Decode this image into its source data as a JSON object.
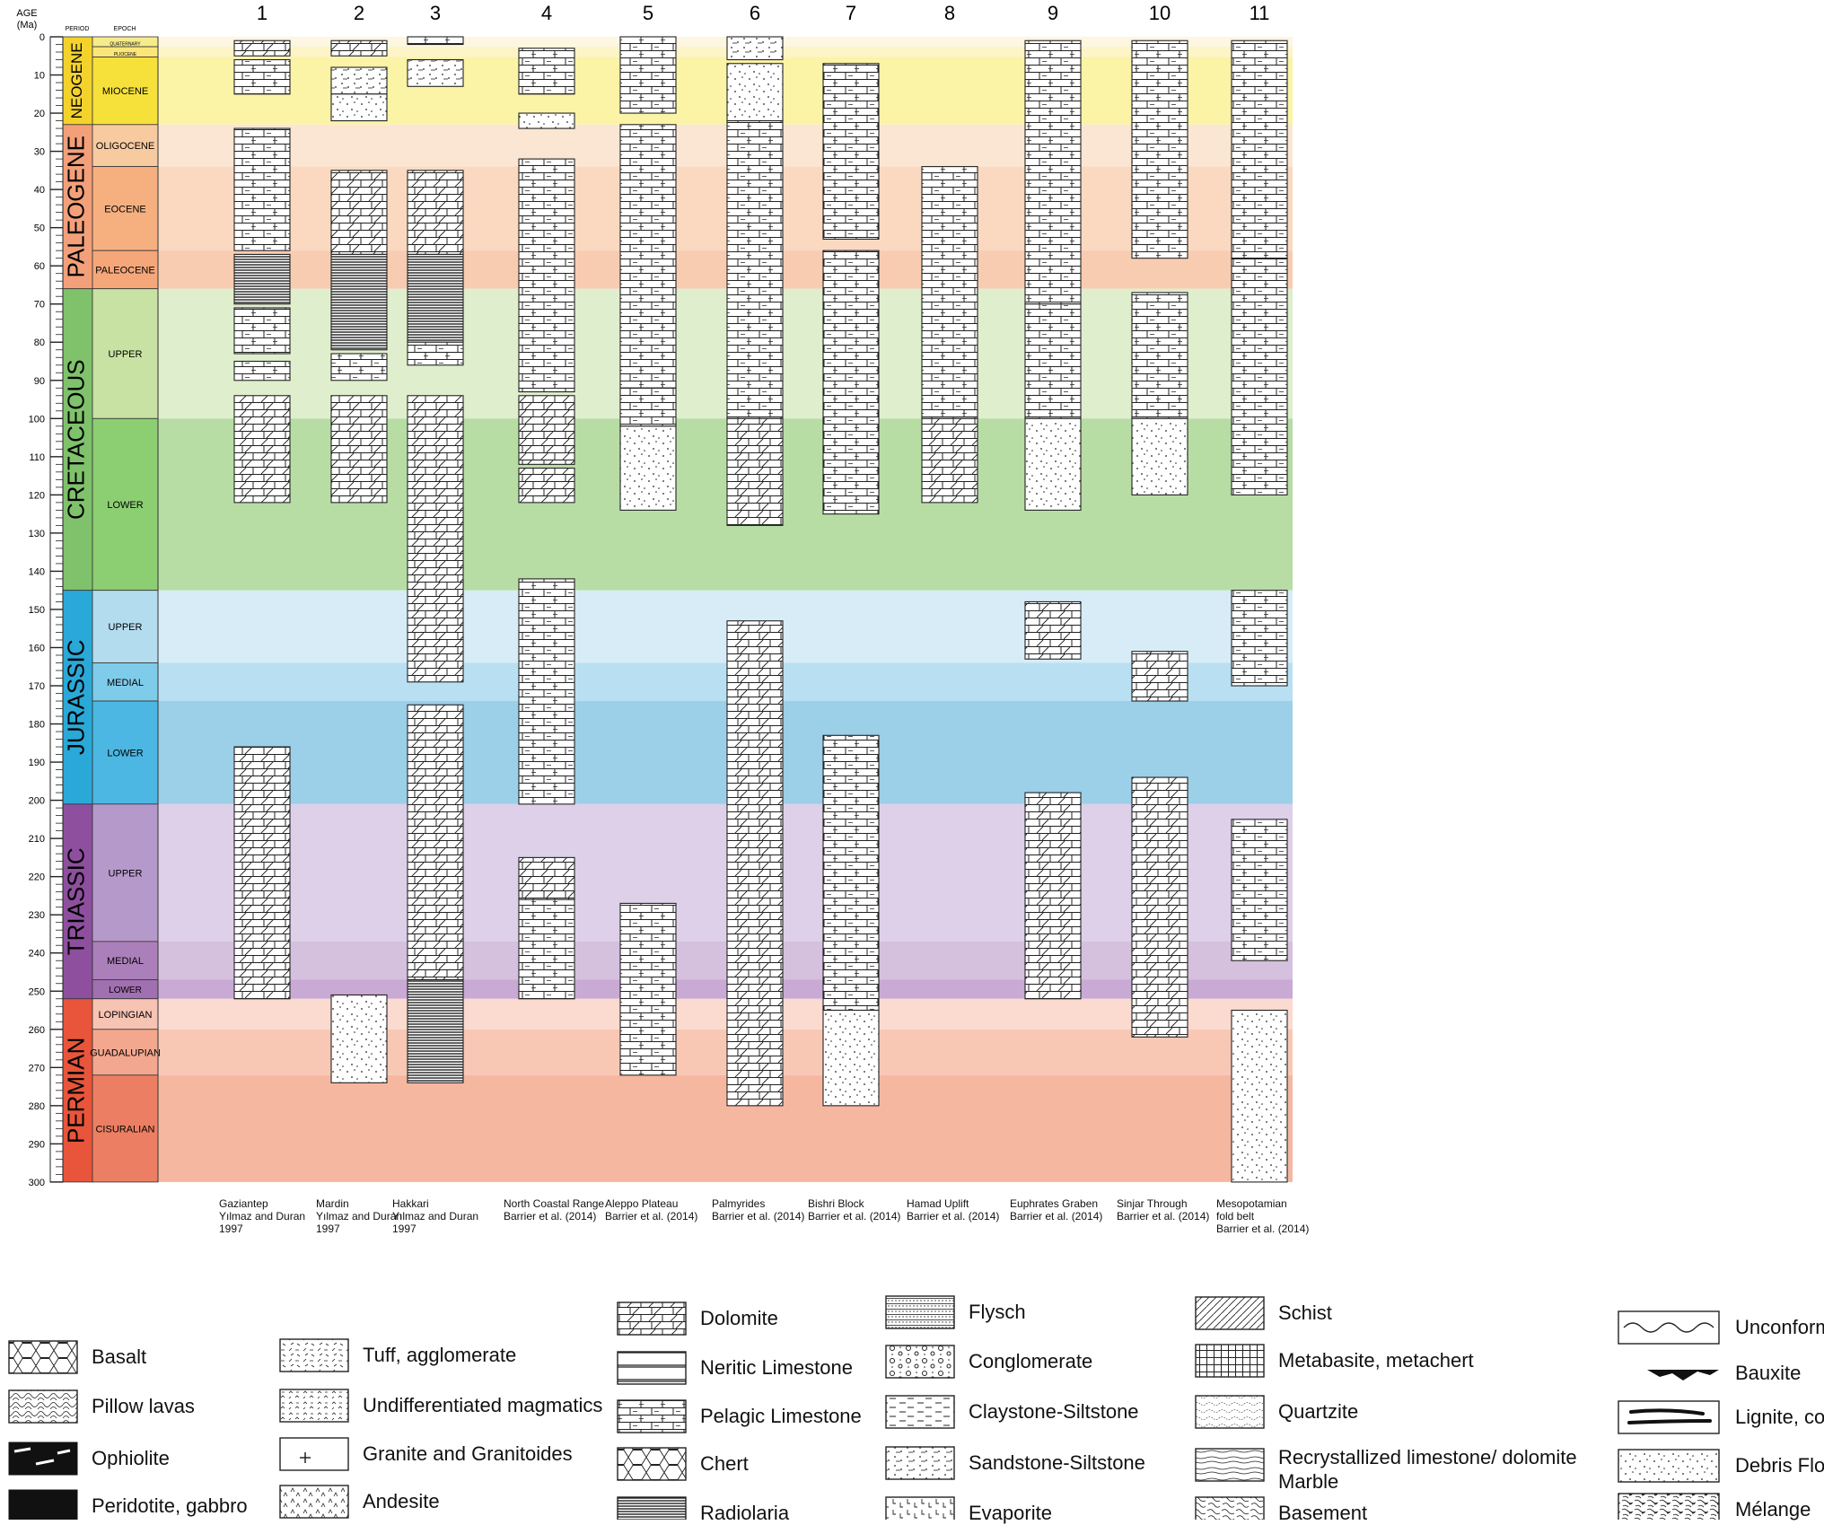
{
  "age_axis": {
    "title_line1": "AGE",
    "title_line2": "(Ma)",
    "period_header": "PERIOD",
    "epoch_header": "EPOCH",
    "ticks": [
      "0",
      "10",
      "20",
      "30",
      "40",
      "50",
      "60",
      "70",
      "80",
      "90",
      "100",
      "110",
      "120",
      "130",
      "140",
      "150",
      "160",
      "170",
      "180",
      "190",
      "200",
      "210",
      "220",
      "230",
      "240",
      "250",
      "260",
      "270",
      "280",
      "290",
      "300"
    ]
  },
  "periods": [
    {
      "name": "NEOGENE",
      "from": 0,
      "to": 23,
      "color": "#f3d22c"
    },
    {
      "name": "PALEOGENE",
      "from": 23,
      "to": 66,
      "color": "#f3a07a"
    },
    {
      "name": "CRETACEOUS",
      "from": 66,
      "to": 145,
      "color": "#7fc26b"
    },
    {
      "name": "JURASSIC",
      "from": 145,
      "to": 201,
      "color": "#2aa9d8"
    },
    {
      "name": "TRIASSIC",
      "from": 201,
      "to": 252,
      "color": "#8e4f9e"
    },
    {
      "name": "PERMIAN",
      "from": 252,
      "to": 300,
      "color": "#e8553b"
    }
  ],
  "epochs": [
    {
      "name": "QUATERNARY",
      "from": 0,
      "to": 2.6,
      "color": "#f7ec8c",
      "band": "#fdf6e0"
    },
    {
      "name": "PLIOCENE",
      "from": 2.6,
      "to": 5.3,
      "color": "#fbe779",
      "band": "#fdf4c8"
    },
    {
      "name": "MIOCENE",
      "from": 5.3,
      "to": 23,
      "color": "#f6e13b",
      "band": "#fbf3a6"
    },
    {
      "name": "OLIGOCENE",
      "from": 23,
      "to": 34,
      "color": "#f8caa0",
      "band": "#fbe6d3"
    },
    {
      "name": "EOCENE",
      "from": 34,
      "to": 56,
      "color": "#f6b07f",
      "band": "#fad9c0"
    },
    {
      "name": "PALEOCENE",
      "from": 56,
      "to": 66,
      "color": "#f5a77a",
      "band": "#f8ccb0"
    },
    {
      "name": "UPPER",
      "from": 66,
      "to": 100,
      "color": "#c7e2a2",
      "band": "#dfeecd"
    },
    {
      "name": "LOWER",
      "from": 100,
      "to": 145,
      "color": "#8ccf73",
      "band": "#b7dda5"
    },
    {
      "name": "UPPER",
      "from": 145,
      "to": 164,
      "color": "#b4dcef",
      "band": "#d7ecf6"
    },
    {
      "name": "MEDIAL",
      "from": 164,
      "to": 174,
      "color": "#7fcbea",
      "band": "#b9e0f2"
    },
    {
      "name": "LOWER",
      "from": 174,
      "to": 201,
      "color": "#4cb7e2",
      "band": "#9ccfe8"
    },
    {
      "name": "UPPER",
      "from": 201,
      "to": 237,
      "color": "#b699cb",
      "band": "#ddd0e8"
    },
    {
      "name": "MEDIAL",
      "from": 237,
      "to": 247,
      "color": "#ab80ba",
      "band": "#d5c0de"
    },
    {
      "name": "LOWER",
      "from": 247,
      "to": 252,
      "color": "#a070b0",
      "band": "#c8aad5"
    },
    {
      "name": "LOPINGIAN",
      "from": 252,
      "to": 260,
      "color": "#f7c3b3",
      "band": "#fbdad0"
    },
    {
      "name": "GUADALUPIAN",
      "from": 260,
      "to": 272,
      "color": "#f3a78e",
      "band": "#f8c8b5"
    },
    {
      "name": "CISURALIAN",
      "from": 272,
      "to": 300,
      "color": "#ec7f63",
      "band": "#f6b7a0"
    }
  ],
  "columns": [
    {
      "number": "1",
      "name": "Gaziantep",
      "source": "Yılmaz and Duran\n1997",
      "segments": [
        [
          1,
          5,
          "dolomite"
        ],
        [
          6,
          15,
          "pelagic"
        ],
        [
          24,
          56,
          "pelagic"
        ],
        [
          57,
          70,
          "radiolaria"
        ],
        [
          71,
          83,
          "pelagic"
        ],
        [
          85,
          90,
          "pelagic"
        ],
        [
          94,
          122,
          "dolomite"
        ],
        [
          186,
          252,
          "dolomite"
        ]
      ]
    },
    {
      "number": "2",
      "name": "Mardin",
      "source": "Yılmaz and Duran\n1997",
      "segments": [
        [
          1,
          5,
          "dolomite"
        ],
        [
          8,
          15,
          "sandstone"
        ],
        [
          15,
          22,
          "debris"
        ],
        [
          35,
          57,
          "dolomite"
        ],
        [
          57,
          82,
          "radiolaria"
        ],
        [
          83,
          90,
          "pelagic"
        ],
        [
          94,
          122,
          "dolomite"
        ],
        [
          251,
          274,
          "debris"
        ]
      ]
    },
    {
      "number": "3",
      "name": "Hakkari",
      "source": "Yılmaz and Duran\n1997",
      "segments": [
        [
          0,
          2,
          "pelagic"
        ],
        [
          6,
          13,
          "sandstone"
        ],
        [
          35,
          57,
          "dolomite"
        ],
        [
          57,
          80,
          "radiolaria"
        ],
        [
          80,
          86,
          "pelagic"
        ],
        [
          94,
          169,
          "dolomite"
        ],
        [
          175,
          247,
          "dolomite"
        ],
        [
          247,
          274,
          "radiolaria"
        ]
      ]
    },
    {
      "number": "4",
      "name": "North Coastal Range",
      "source": "Barrier et al. (2014)",
      "segments": [
        [
          3,
          15,
          "pelagic"
        ],
        [
          20,
          24,
          "debris"
        ],
        [
          32,
          93,
          "pelagic"
        ],
        [
          94,
          112,
          "dolomite"
        ],
        [
          113,
          122,
          "dolomite"
        ],
        [
          142,
          201,
          "pelagic"
        ],
        [
          215,
          226,
          "dolomite"
        ],
        [
          226,
          252,
          "pelagic"
        ]
      ]
    },
    {
      "number": "5",
      "name": "Aleppo Plateau",
      "source": "Barrier et al. (2014)",
      "segments": [
        [
          0,
          20,
          "pelagic"
        ],
        [
          23,
          92,
          "pelagic"
        ],
        [
          92,
          102,
          "pelagic"
        ],
        [
          102,
          124,
          "debris"
        ],
        [
          227,
          272,
          "pelagic"
        ]
      ]
    },
    {
      "number": "6",
      "name": "Palmyrides",
      "source": "Barrier et al. (2014)",
      "segments": [
        [
          0,
          6,
          "sandstone"
        ],
        [
          7,
          22,
          "debris"
        ],
        [
          22,
          100,
          "pelagic"
        ],
        [
          100,
          128,
          "dolomite"
        ],
        [
          153,
          280,
          "dolomite"
        ]
      ]
    },
    {
      "number": "7",
      "name": "Bishri Block",
      "source": "Barrier et al. (2014)",
      "segments": [
        [
          7,
          53,
          "pelagic"
        ],
        [
          56,
          125,
          "pelagic"
        ],
        [
          183,
          255,
          "pelagic"
        ],
        [
          255,
          280,
          "debris"
        ]
      ]
    },
    {
      "number": "8",
      "name": "Hamad Uplift",
      "source": "Barrier et al. (2014)",
      "segments": [
        [
          34,
          100,
          "pelagic"
        ],
        [
          100,
          122,
          "dolomite"
        ]
      ]
    },
    {
      "number": "9",
      "name": "Euphrates Graben",
      "source": "Barrier et al. (2014)",
      "segments": [
        [
          1,
          70,
          "pelagic"
        ],
        [
          70,
          100,
          "pelagic"
        ],
        [
          100,
          124,
          "debris"
        ],
        [
          148,
          163,
          "dolomite"
        ],
        [
          198,
          252,
          "dolomite"
        ]
      ]
    },
    {
      "number": "10",
      "name": "Sinjar Through",
      "source": "Barrier et al. (2014)",
      "segments": [
        [
          1,
          58,
          "pelagic"
        ],
        [
          67,
          100,
          "pelagic"
        ],
        [
          100,
          120,
          "debris"
        ],
        [
          161,
          174,
          "dolomite"
        ],
        [
          194,
          262,
          "dolomite"
        ]
      ]
    },
    {
      "number": "11",
      "name": "Mesopotamian\nfold belt",
      "source": "Barrier et al. (2014)",
      "segments": [
        [
          1,
          58,
          "pelagic"
        ],
        [
          58,
          120,
          "pelagic"
        ],
        [
          145,
          170,
          "pelagic"
        ],
        [
          205,
          242,
          "pelagic"
        ],
        [
          255,
          300,
          "debris"
        ]
      ]
    }
  ],
  "legend": [
    {
      "label": "Basalt",
      "pattern": "basalt"
    },
    {
      "label": "Pillow lavas",
      "pattern": "pillow"
    },
    {
      "label": "Ophiolite",
      "pattern": "ophiolite"
    },
    {
      "label": "Peridotite, gabbro",
      "pattern": "solid"
    },
    {
      "label": "Tuff, agglomerate",
      "pattern": "tuff"
    },
    {
      "label": "Undifferentiated magmatics",
      "pattern": "undiff"
    },
    {
      "label": "Granite and Granitoides",
      "pattern": "granite"
    },
    {
      "label": "Andesite",
      "pattern": "andesite"
    },
    {
      "label": "Dolomite",
      "pattern": "dolomite"
    },
    {
      "label": "Neritic Limestone",
      "pattern": "neritic"
    },
    {
      "label": "Pelagic Limestone",
      "pattern": "pelagic"
    },
    {
      "label": "Chert",
      "pattern": "basalt"
    },
    {
      "label": "Radiolaria",
      "pattern": "radiolaria"
    },
    {
      "label": "Flysch",
      "pattern": "flysch"
    },
    {
      "label": "Conglomerate",
      "pattern": "conglomerate"
    },
    {
      "label": "Claystone-Siltstone",
      "pattern": "claystone"
    },
    {
      "label": "Sandstone-Siltstone",
      "pattern": "sandstone"
    },
    {
      "label": "Evaporite",
      "pattern": "evaporite"
    },
    {
      "label": "Schist",
      "pattern": "schist"
    },
    {
      "label": "Metabasite, metachert",
      "pattern": "grid"
    },
    {
      "label": "Quartzite",
      "pattern": "quartzite"
    },
    {
      "label": "Recrystallized limestone/ dolomite\nMarble",
      "pattern": "marble"
    },
    {
      "label": "Basement",
      "pattern": "basement"
    },
    {
      "label": "Unconformity",
      "pattern": "unconformity"
    },
    {
      "label": "Bauxite",
      "pattern": "bauxite"
    },
    {
      "label": "Lignite, coal",
      "pattern": "lignite"
    },
    {
      "label": "Debris Flow",
      "pattern": "debris"
    },
    {
      "label": "Mélange",
      "pattern": "melange"
    }
  ]
}
